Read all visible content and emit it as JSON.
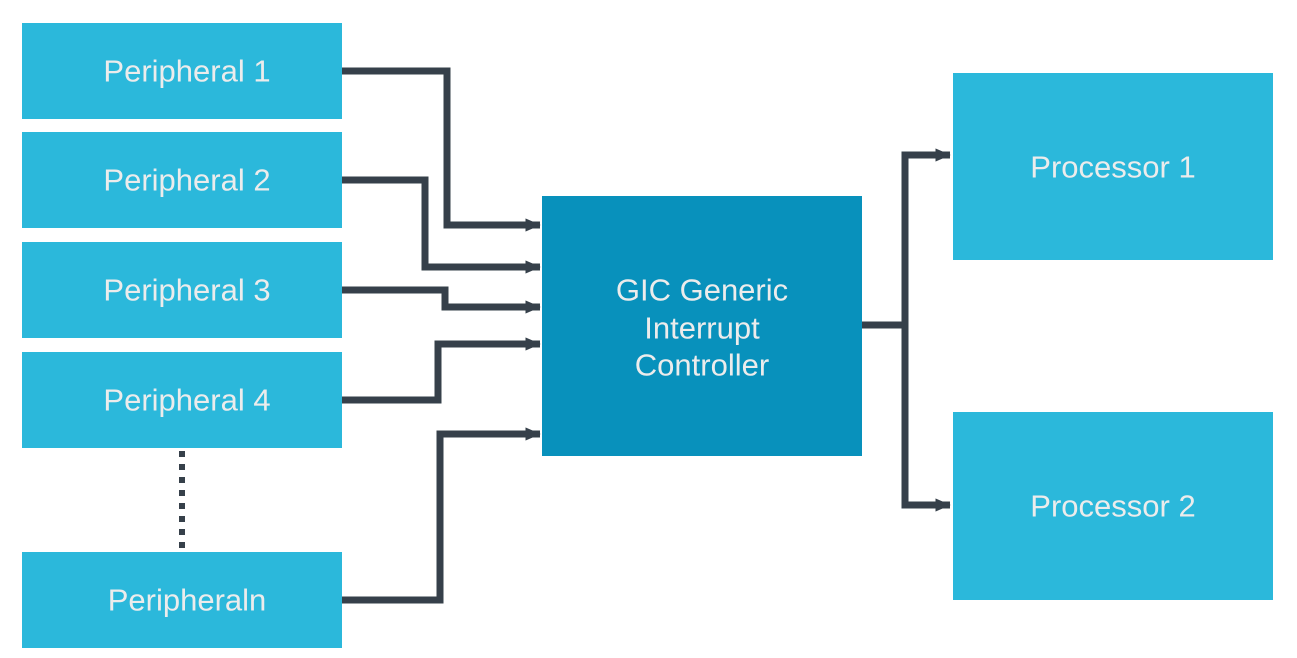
{
  "diagram": {
    "peripherals": [
      {
        "label": "Peripheral 1"
      },
      {
        "label": "Peripheral 2"
      },
      {
        "label": "Peripheral 3"
      },
      {
        "label": "Peripheral 4"
      },
      {
        "label": "Peripheraln"
      }
    ],
    "controller": {
      "label_lines": [
        "GIC Generic",
        "Interrupt",
        "Controller"
      ]
    },
    "processors": [
      {
        "label": "Processor 1"
      },
      {
        "label": "Processor 2"
      }
    ],
    "colors": {
      "peripheral_fill": "#2BB8DB",
      "controller_fill": "#0891BC",
      "processor_fill": "#2BB8DB",
      "connector": "#36404A",
      "label_text": "#ECECEC",
      "background": "#FFFFFF"
    }
  }
}
